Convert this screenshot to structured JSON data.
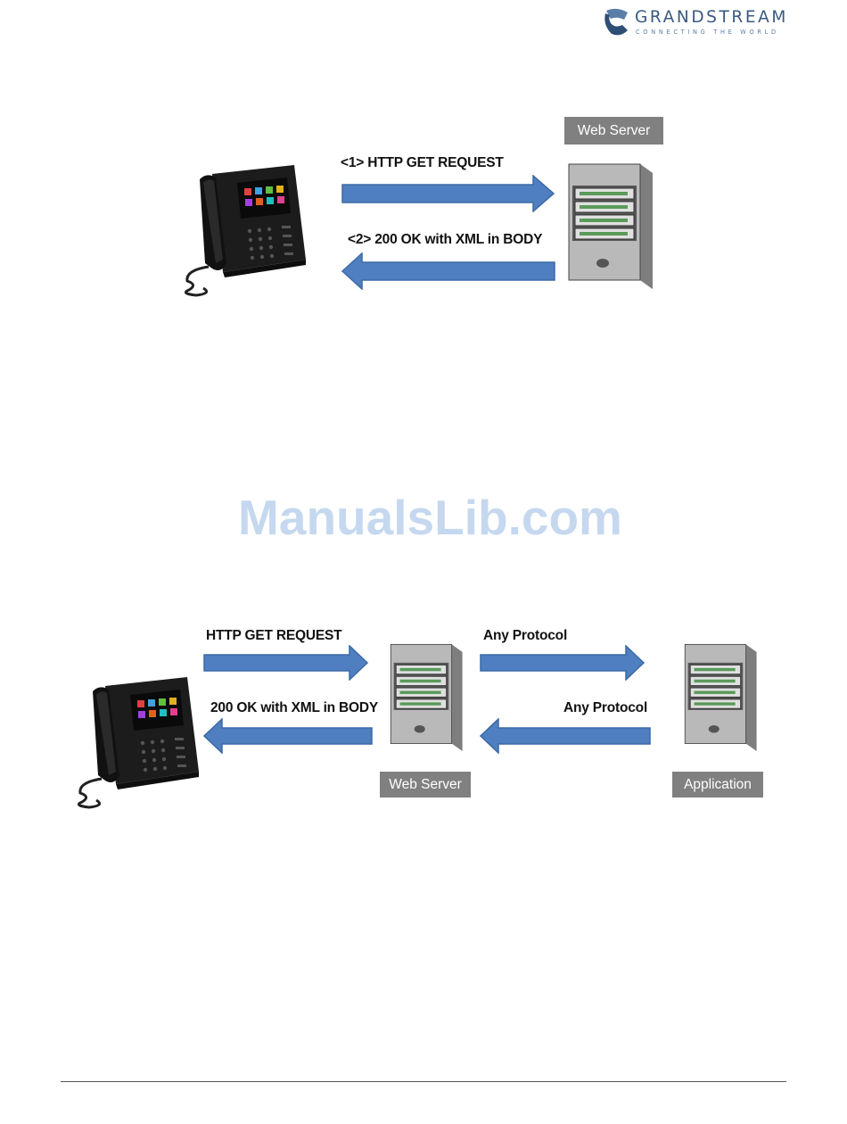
{
  "header": {
    "brand_name": "GRANDSTREAM",
    "brand_tagline": "CONNECTING THE WORLD",
    "logo_icon": "grandstream-logo-icon"
  },
  "diagram1": {
    "server_label": "Web Server",
    "arrow_request_label": "<1> HTTP GET REQUEST",
    "arrow_response_label": "<2> 200 OK with XML in BODY"
  },
  "watermark": "ManualsLib.com",
  "diagram2": {
    "request_label": "HTTP GET REQUEST",
    "response_label": "200 OK with XML in BODY",
    "any_protocol_top": "Any Protocol",
    "any_protocol_bottom": "Any Protocol",
    "web_server_label": "Web Server",
    "application_label": "Application"
  },
  "colors": {
    "arrow_fill": "#4f7fc0",
    "arrow_stroke": "#3c6aa6",
    "label_box": "#808080",
    "watermark": "#c5d8ef",
    "brand": "#3a5a80"
  }
}
